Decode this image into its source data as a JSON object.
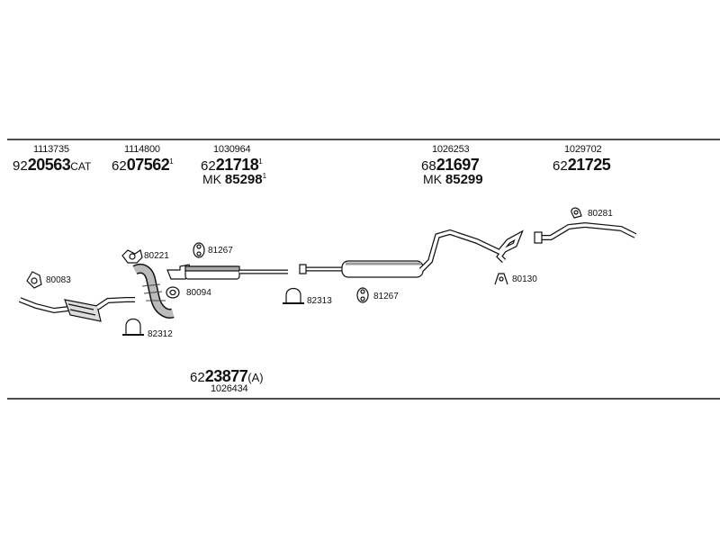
{
  "header_parts": [
    {
      "ref": "1113735",
      "prefix": "92",
      "code": "20563",
      "suffix": "CAT",
      "sup": ""
    },
    {
      "ref": "1114800",
      "prefix": "62",
      "code": "07562",
      "suffix": "",
      "sup": "1"
    },
    {
      "ref": "1030964",
      "prefix": "62",
      "code": "21718",
      "suffix": "",
      "sup": "1",
      "mk": "MK",
      "mk_code": "85298",
      "mk_sup": "1"
    },
    {
      "ref": "1026253",
      "prefix": "68",
      "code": "21697",
      "suffix": "",
      "sup": "",
      "mk": "MK",
      "mk_code": "85299",
      "mk_sup": ""
    },
    {
      "ref": "1029702",
      "prefix": "62",
      "code": "21725",
      "suffix": "",
      "sup": ""
    }
  ],
  "kit": {
    "prefix": "62",
    "code": "23877",
    "suffix": "(A)",
    "ref": "1026434"
  },
  "callouts": {
    "c80221": "80221",
    "c81267a": "81267",
    "c80083": "80083",
    "c80094": "80094",
    "c82312": "82312",
    "c82313": "82313",
    "c81267b": "81267",
    "c80130": "80130",
    "c80281": "80281"
  },
  "colors": {
    "line": "#111111",
    "part_fill": "#ffffff",
    "part_shade": "#9a9a9a"
  }
}
